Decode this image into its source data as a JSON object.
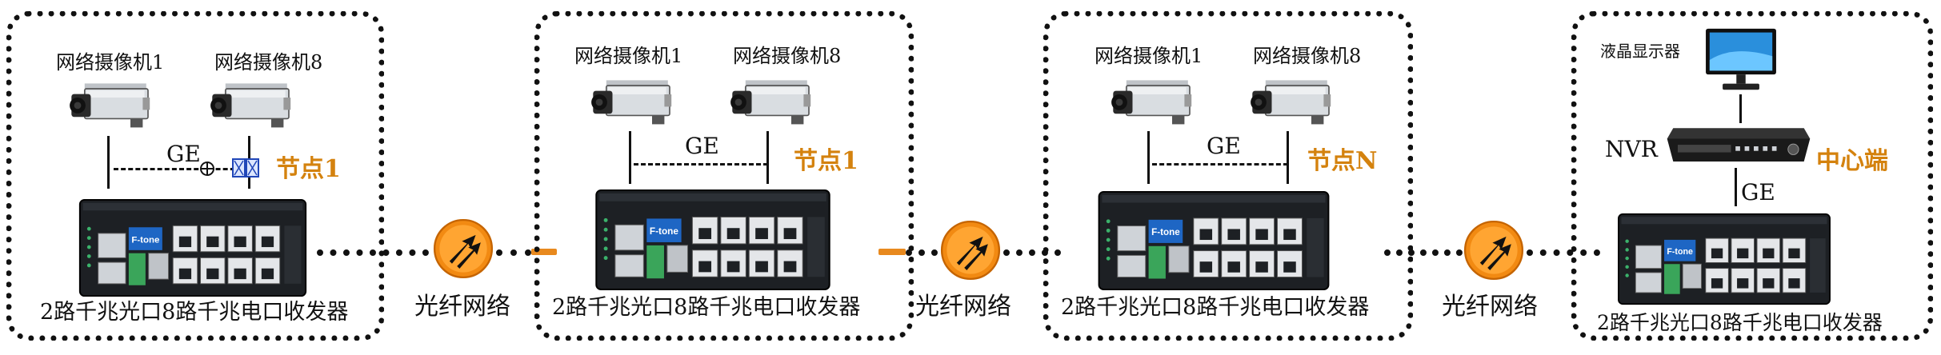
{
  "colors": {
    "accent": "#d4820e",
    "fiber": "#e8891e",
    "border": "#111111"
  },
  "nodes": [
    {
      "camera1": "网络摄像机1",
      "camera8": "网络摄像机8",
      "ge": "GE",
      "tag": "节点1",
      "device": "2路千兆光口8路千兆电口收发器"
    },
    {
      "camera1": "网络摄像机1",
      "camera8": "网络摄像机8",
      "ge": "GE",
      "tag": "节点1",
      "device": "2路千兆光口8路千兆电口收发器"
    },
    {
      "camera1": "网络摄像机1",
      "camera8": "网络摄像机8",
      "ge": "GE",
      "tag": "节点N",
      "device": "2路千兆光口8路千兆电口收发器"
    }
  ],
  "center": {
    "monitor": "液晶显示器",
    "nvr": "NVR",
    "ge": "GE",
    "tag": "中心端",
    "device": "2路千兆光口8路千兆电口收发器"
  },
  "networks": [
    "光纤网络",
    "光纤网络",
    "光纤网络"
  ],
  "icons": {
    "camera": "camera-icon",
    "switch": "fiber-switch-icon",
    "network": "fiber-network-icon",
    "monitor": "monitor-icon",
    "nvr": "nvr-icon"
  }
}
